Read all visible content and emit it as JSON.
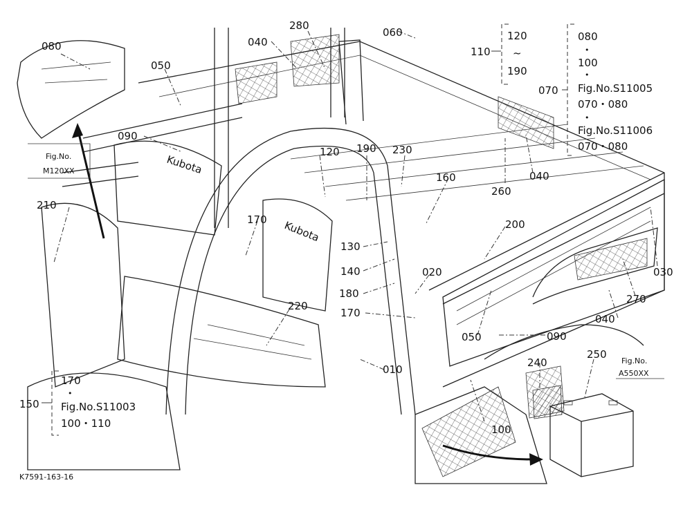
{
  "figure_code": "K7591-163-16",
  "callouts": {
    "c080a": "080",
    "c040a": "040",
    "c280": "280",
    "c060": "060",
    "c110": "110",
    "c050a": "050",
    "c090a": "090",
    "c120": "120",
    "c190": "190",
    "c230": "230",
    "c160": "160",
    "c260": "260",
    "c040b": "040",
    "c210": "210",
    "c170a": "170",
    "c130": "130",
    "c140": "140",
    "c200": "200",
    "c020": "020",
    "c030": "030",
    "c180": "180",
    "c270": "270",
    "c170b": "170",
    "c220": "220",
    "c040c": "040",
    "c050b": "050",
    "c090b": "090",
    "c010": "010",
    "c240": "240",
    "c250": "250",
    "c100": "100",
    "c150": "150",
    "c070": "070"
  },
  "groups": {
    "g110": {
      "top": "120",
      "tilde": "~",
      "bottom": "190"
    },
    "g070": {
      "l1": "080",
      "d1": "•",
      "l2": "100",
      "d2": "•",
      "l3": "Fig.No.S11005",
      "l4": "070・080",
      "d3": "•",
      "l5": "Fig.No.S11006",
      "l6": "070・080"
    },
    "g150": {
      "l1": "170",
      "d1": "•",
      "l2": "Fig.No.S11003",
      "l3": "100・110"
    }
  },
  "fig_refs": {
    "m120": {
      "line1": "Fig.No.",
      "line2": "M120XX"
    },
    "a550": {
      "line1": "Fig.No.",
      "line2": "A550XX"
    }
  },
  "brand_marks": {
    "seat_back_left": "Kubota",
    "seat_back_right": "Kubota"
  },
  "icons": [
    "arrow-up-icon",
    "arrow-right-icon",
    "battery-icon"
  ]
}
